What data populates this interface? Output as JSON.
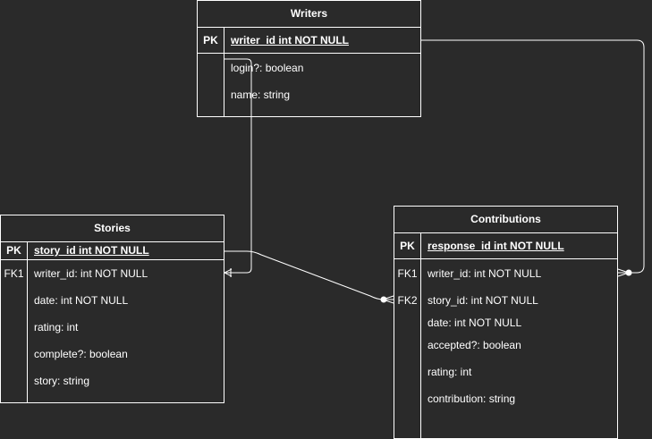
{
  "diagram": {
    "entities": [
      {
        "id": "writers",
        "name": "Writers",
        "pk": {
          "key": "PK",
          "field": "writer_id int NOT NULL"
        },
        "fields": [
          {
            "key": "",
            "label": "login?: boolean"
          },
          {
            "key": "",
            "label": "name: string"
          }
        ]
      },
      {
        "id": "stories",
        "name": "Stories",
        "pk": {
          "key": "PK",
          "field": "story_id int NOT NULL"
        },
        "fields": [
          {
            "key": "FK1",
            "label": "writer_id: int NOT NULL"
          },
          {
            "key": "",
            "label": "date: int NOT NULL"
          },
          {
            "key": "",
            "label": "rating: int"
          },
          {
            "key": "",
            "label": "complete?: boolean"
          },
          {
            "key": "",
            "label": "story: string"
          }
        ]
      },
      {
        "id": "contributions",
        "name": "Contributions",
        "pk": {
          "key": "PK",
          "field": "response_id int NOT NULL"
        },
        "fields": [
          {
            "key": "FK1",
            "label": "writer_id: int NOT NULL"
          },
          {
            "key": "FK2",
            "label": "story_id: int NOT NULL"
          },
          {
            "key": "",
            "label": "date: int NOT NULL"
          },
          {
            "key": "",
            "label": "accepted?: boolean"
          },
          {
            "key": "",
            "label": "rating: int"
          },
          {
            "key": "",
            "label": "contribution: string"
          }
        ]
      }
    ],
    "relationships": [
      {
        "from": "writers.writer_id",
        "to": "stories.writer_id",
        "cardinality": "one-to-many"
      },
      {
        "from": "writers.writer_id",
        "to": "contributions.writer_id",
        "cardinality": "one-to-zero-or-many"
      },
      {
        "from": "stories.story_id",
        "to": "contributions.story_id",
        "cardinality": "one-to-zero-or-many"
      }
    ],
    "colors": {
      "background": "#2a2a2a",
      "stroke": "#ffffff",
      "text": "#ffffff"
    }
  }
}
